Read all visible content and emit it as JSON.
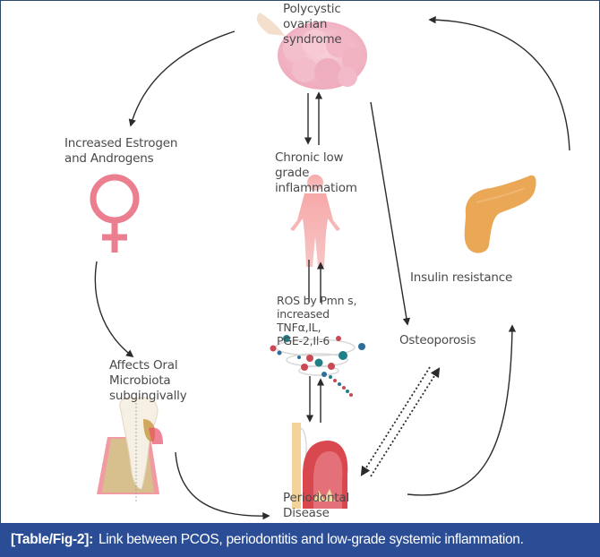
{
  "figure": {
    "nodes": {
      "pcos": {
        "lines": [
          "Polycystic",
          "ovarian",
          "syndrome"
        ],
        "icon": "ovary-icon"
      },
      "hormones": {
        "lines": [
          "Increased Estrogen",
          "and Androgens"
        ],
        "icon": "female-symbol-icon"
      },
      "inflammation": {
        "lines": [
          "Chronic low",
          "grade",
          "inflammatiom"
        ],
        "icon": "human-body-icon"
      },
      "mediators": {
        "lines": [
          "ROS by Pmn s,",
          "increased",
          "TNFα,IL,",
          "PGE-2,Il-6"
        ],
        "icon": "molecule-spiral-icon"
      },
      "microbiota": {
        "lines": [
          "Affects Oral",
          "Microbiota",
          "subgingivally"
        ],
        "icon": "tooth-cross-section-icon"
      },
      "periodontal": {
        "lines": [
          "Periodontal",
          "Disease"
        ],
        "icon": "gum-tooth-icon"
      },
      "insulin": {
        "lines": [
          "Insulin resistance"
        ],
        "icon": "pancreas-icon"
      },
      "osteoporosis": {
        "lines": [
          "Osteoporosis"
        ]
      }
    },
    "colors": {
      "arrow": "#2b2b2b",
      "text": "#4a4a4a",
      "ovary": "#f2b8c6",
      "female_symbol": "#ec7f8f",
      "body": "#f08a8a",
      "pancreas": "#eaa756",
      "gum": "#d9484f",
      "bone": "#c9ad7a",
      "molecule_red": "#c94a55",
      "molecule_teal": "#1f7f86",
      "molecule_blue": "#2b6f9a"
    }
  },
  "caption": {
    "tag": "[Table/Fig-2]:",
    "text": "Link between PCOS, periodontitis and low-grade systemic inflammation.",
    "background": "#2a4d96"
  }
}
